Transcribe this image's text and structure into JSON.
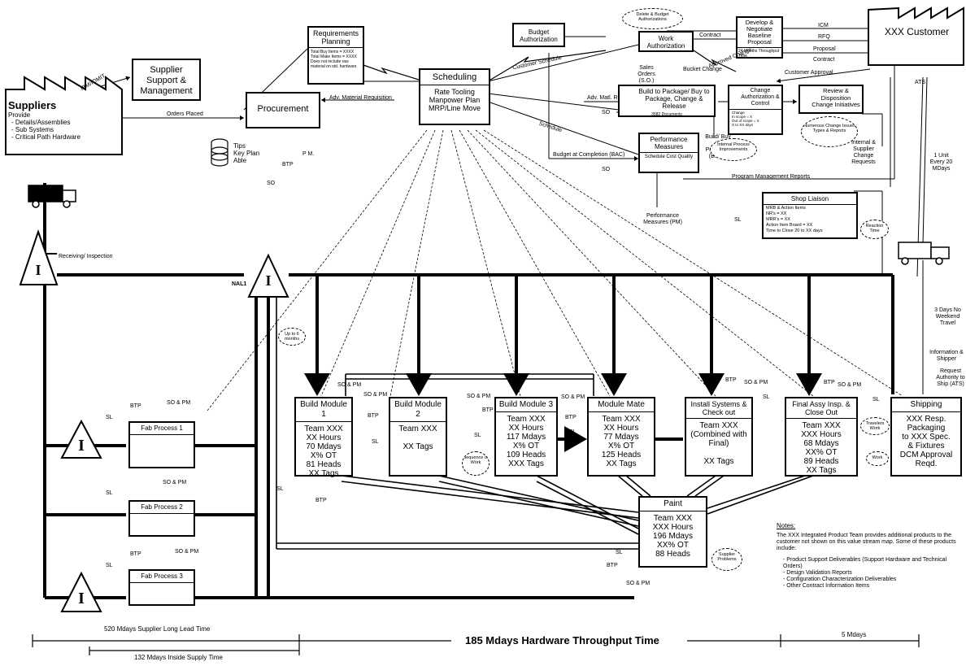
{
  "suppliers": {
    "title": "Suppliers",
    "provide": "Provide",
    "items": [
      "- Details/Assemblies",
      "- Sub Systems",
      "- Critical Path Hardware"
    ],
    "link_label": "IBM/IOMIT"
  },
  "supplier_support": {
    "title": "Supplier Support & Management"
  },
  "procurement": {
    "title": "Procurement",
    "orders_placed": "Orders Placed",
    "adv_mat_req": "Adv. Material Requisition"
  },
  "tips": {
    "line1": "Tips",
    "line2": "Key Plan",
    "line3": "Able",
    "btp": "BTP",
    "pm": "P M.",
    "so": "SO"
  },
  "req_planning": {
    "title": "Requirements Planning",
    "lines": [
      "Total Buy Items = XXXX",
      "Total Make Items = XXXX",
      "Does not include raw",
      "material on std. hardware"
    ]
  },
  "scheduling": {
    "title": "Scheduling",
    "lines": [
      "Rate Tooling",
      "Manpower Plan",
      "MRP/Line Move"
    ]
  },
  "budget_auth": {
    "title": "Budget Authorization"
  },
  "work_auth": {
    "title": "Work Authorization",
    "cloud": "Delete & Budget Authorizations"
  },
  "develop": {
    "title": "Develop & Negotiate Baseline Proposal",
    "footer": "24 Months Throughput Time"
  },
  "customer": {
    "title": "XXX Customer"
  },
  "customer_links": {
    "icm": "ICM",
    "rfq": "RFQ",
    "proposal": "Proposal",
    "contract": "Contract",
    "contract2": "Contract",
    "approval": "Customer Approval",
    "ats": "ATS"
  },
  "labels": {
    "customer_schedule": "Customer Schedule",
    "sales_orders": "Sales Orders (S.O.)",
    "bucket_change": "Bucket Change",
    "approved_change": "Approved Change",
    "adv_matl_req": "Adv. Matl. Req.",
    "so": "SO",
    "schedule": "Schedule",
    "bac": "Budget at Completion (BAC)",
    "perf_measures": "Performance Measures (PM)",
    "btp": "Build/ Buy to Packages (B.T.P.)",
    "program_mgmt": "Program Management Reports",
    "internal": "Internal & Supplier Change Requests",
    "one_unit": "1 Unit Every 20 MDays",
    "receiving": "Receiving/ Inspection",
    "nal1": "NAL1",
    "three_days": "3 Days No Weekend Travel",
    "info_shipper": "Information & Shipper",
    "request_auth": "Request Authority to Ship (ATS)"
  },
  "build_to_package": {
    "title": "Build to Package/ Buy to Package, Change & Release",
    "footer": "3582 Documents"
  },
  "change_auth": {
    "title": "Change Authorization & Control",
    "lines": [
      "Change",
      "In scope = X",
      "Out of scope = X",
      "X to XX days"
    ],
    "cloud": "Internal Process Improvements"
  },
  "review": {
    "title": "Review & Disposition Change Initiatives",
    "cloud": "Numerous Change Issues Types & Reports"
  },
  "performance": {
    "title": "Performance Measures",
    "footer": "Schedule Cost Quality"
  },
  "shop_liaison": {
    "title": "Shop Liaison",
    "lines": [
      "MRB & Action Items",
      "NR's = XX",
      "MRR's = XX",
      "Action Item Board = XX",
      "Time to Close 20 to XX days"
    ],
    "sl": "SL",
    "cloud": "Reaction Time"
  },
  "fab": [
    {
      "title": "Fab Process 1",
      "btp": "BTP",
      "sopm": "SO & PM",
      "sl": "SL"
    },
    {
      "title": "Fab Process 2",
      "btp": "",
      "sopm": "SO & PM",
      "sl": "SL"
    },
    {
      "title": "Fab Process 3",
      "btp": "BTP",
      "sopm": "SO & PM",
      "sl": "SL"
    }
  ],
  "inventory": {
    "symbol": "I"
  },
  "modules": [
    {
      "title": "Build Module 1",
      "lines": [
        "Team XXX",
        "XX Hours",
        "70 Mdays",
        "X% OT",
        "81 Heads",
        "XX Tags"
      ]
    },
    {
      "title": "Build Module 2",
      "lines": [
        "Team XXX",
        "",
        "XX Tags"
      ]
    },
    {
      "title": "Build Module 3",
      "lines": [
        "Team XXX",
        "XX Hours",
        "117 Mdays",
        "X% OT",
        "109 Heads",
        "XXX Tags"
      ]
    },
    {
      "title": "Module Mate",
      "lines": [
        "Team XXX",
        "XX Hours",
        "77 Mdays",
        "X% OT",
        "125 Heads",
        "XX Tags"
      ]
    },
    {
      "title": "Install Systems & Check out",
      "lines": [
        "Team XXX",
        "(Combined with",
        "Final)",
        "",
        "XX Tags"
      ]
    },
    {
      "title": "Final Assy Insp. & Close Out",
      "lines": [
        "Team XXX",
        "XXX Hours",
        "68 Mdays",
        "XX% OT",
        "89 Heads",
        "XX Tags"
      ]
    },
    {
      "title": "Shipping",
      "lines": [
        "XXX Resp.",
        "Packaging",
        "to XXX Spec.",
        "& Fixtures",
        "DCM Approval",
        "Reqd."
      ]
    }
  ],
  "module_labels": {
    "btp": "BTP",
    "sopm": "SO & PM",
    "sl": "SL"
  },
  "paint": {
    "title": "Paint",
    "lines": [
      "Team XXX",
      "XXX Hours",
      "196 Mdays",
      "XX% OT",
      "88 Heads"
    ],
    "sl": "SL",
    "btp": "BTP",
    "sopm": "SO & PM"
  },
  "clouds": {
    "up_to": "Up to 6 months",
    "sequence": "Sequence of Work",
    "supplier": "Supplier Problems",
    "travelers": "Travelers Work",
    "work": "Work"
  },
  "notes": {
    "heading": "Notes:",
    "text": "The XXX Integrated Product Team provides additional products to the customer not shown on this value stream map. Some of these products include:",
    "items": [
      "- Product Support Deliverables (Support Hardware and Technical Orders)",
      "- Design Validation Reports",
      "- Configuration Characterization Deliverables",
      "- Other Contract Information Items"
    ]
  },
  "timeline": {
    "lead_time": "520 Mdays Supplier Long Lead Time",
    "main": "185 Mdays Hardware Throughput Time",
    "end": "5 Mdays",
    "inside": "132 Mdays Inside Supply Time"
  }
}
